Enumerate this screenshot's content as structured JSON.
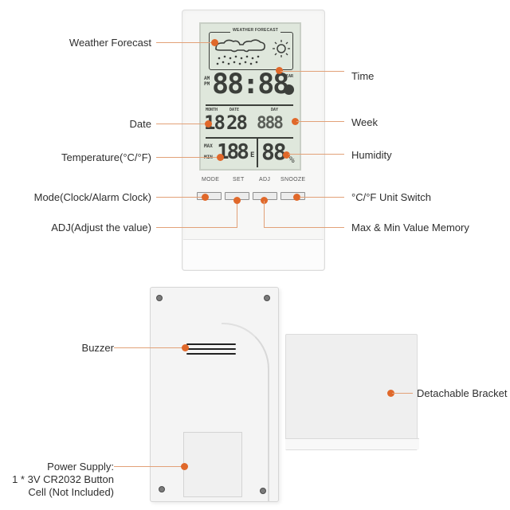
{
  "lcd": {
    "forecast_title": "WEATHER FORECAST",
    "am": "AM",
    "pm": "PM",
    "time": "88:88",
    "year": "YEAR",
    "month_label": "MONTH",
    "date_label": "DATE",
    "day_label": "DAY",
    "month_value": "18",
    "date_value": "28",
    "day_value": "888",
    "max": "MAX",
    "min": "MIN",
    "temp_value": "188",
    "temp_unit": "E",
    "humidity_value": "88",
    "humidity_unit": "%"
  },
  "buttons": [
    {
      "label": "MODE"
    },
    {
      "label": "SET"
    },
    {
      "label": "ADJ"
    },
    {
      "label": "SNOOZE"
    }
  ],
  "callouts_left": {
    "weather_forecast": "Weather Forecast",
    "date": "Date",
    "temperature": "Temperature(°C/°F)",
    "mode": "Mode(Clock/Alarm Clock)",
    "adj": "ADJ(Adjust the value)",
    "buzzer": "Buzzer",
    "power_line1": "Power Supply:",
    "power_line2": "1 * 3V CR2032 Button",
    "power_line3": "Cell (Not Included)"
  },
  "callouts_right": {
    "time": "Time",
    "week": "Week",
    "humidity": "Humidity",
    "unit_switch": "°C/°F Unit Switch",
    "max_min": "Max & Min Value Memory",
    "bracket": "Detachable Bracket"
  },
  "colors": {
    "accent": "#e0682a",
    "leader": "#e2a178",
    "lcd_bg": "#dfe7dc",
    "lcd_segment": "#3c3f3b"
  }
}
